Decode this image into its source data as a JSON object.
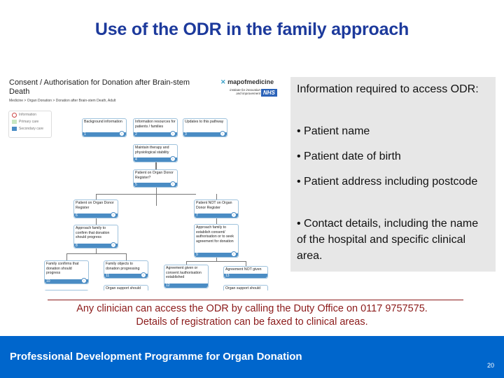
{
  "slide": {
    "title": "Use of the ODR in the family approach",
    "page_number": "20",
    "footer": "Professional Development Programme for Organ Donation"
  },
  "pathway": {
    "title": "Consent / Authorisation for Donation after Brain-stem Death",
    "breadcrumb": "Medicine > Organ Donation > Donation after Brain-stem Death, Adult",
    "logo": "mapofmedicine",
    "institute": "institute for innovation and improvement",
    "nhs": "NHS",
    "legend": [
      {
        "label": "Information",
        "color": "#ffffff"
      },
      {
        "label": "Primary care",
        "color": "#c8e6c0"
      },
      {
        "label": "Secondary care",
        "color": "#4a8cc4"
      }
    ],
    "nodes": [
      {
        "num": "1",
        "text": "Background information"
      },
      {
        "num": "2",
        "text": "Information resources for patients / families"
      },
      {
        "num": "3",
        "text": "Updates to this pathway"
      },
      {
        "num": "4",
        "text": "Maintain therapy and physiological stability"
      },
      {
        "num": "5",
        "text": "Patient on Organ Donor Register?"
      },
      {
        "num": "6",
        "text": "Patient on Organ Donor Register"
      },
      {
        "num": "7",
        "text": "Patient NOT on Organ Donor Register"
      },
      {
        "num": "8",
        "text": "Approach family to confirm that donation should progress"
      },
      {
        "num": "9",
        "text": "Approach family to establish consent/ authorisation or to seek agreement for donation"
      },
      {
        "num": "10",
        "text": "Family confirms that donation should progress"
      },
      {
        "num": "11",
        "text": "Family objects to donation progressing"
      },
      {
        "num": "12",
        "text": "Agreement given or consent /authorisation established"
      },
      {
        "num": "13",
        "text": "Agreement NOT given"
      },
      {
        "num": "",
        "text": "Organ support should"
      },
      {
        "num": "",
        "text": "Organ support should"
      }
    ]
  },
  "info": {
    "heading": "Information required to access ODR:",
    "bullets": [
      "• Patient name",
      "• Patient date of birth",
      "• Patient address including postcode",
      "• Contact details, including the name of the hospital and specific clinical area."
    ]
  },
  "note": {
    "line1": "Any clinician can access the ODR by calling the Duty Office on 0117 9757575.",
    "line2": "Details of registration can be faxed to clinical areas."
  },
  "colors": {
    "title": "#1d3a9c",
    "footer": "#0066cc",
    "note": "#8b1a1a",
    "node_bar": "#4a8cc4"
  }
}
